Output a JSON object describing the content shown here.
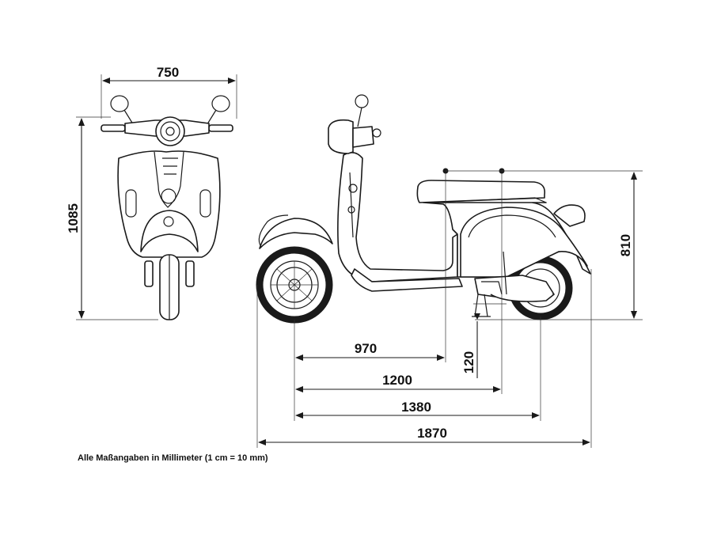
{
  "dimensions": {
    "width_front": "750",
    "height_total": "1085",
    "seat_height": "810",
    "ground_clearance": "120",
    "front_to_seat_front": "970",
    "front_to_seat_rear": "1200",
    "wheelbase": "1380",
    "length_total": "1870"
  },
  "note": "Alle Maßangaben in Millimeter (1 cm = 10 mm)",
  "colors": {
    "line": "#1a1a1a",
    "background": "#ffffff"
  }
}
